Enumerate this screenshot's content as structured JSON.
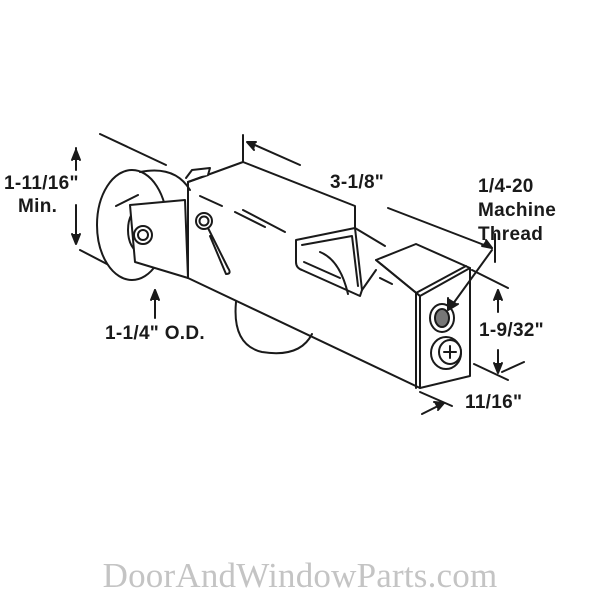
{
  "diagram": {
    "subject": "sliding door roller assembly",
    "dimensions": {
      "height_min": {
        "value": "1-11/16\"",
        "qualifier": "Min."
      },
      "wheel_od": "1-1/4\" O.D.",
      "length": "3-1/8\"",
      "thread": {
        "size": "1/4-20",
        "line2": "Machine",
        "line3": "Thread"
      },
      "end_height": "1-9/32\"",
      "end_width": "11/16\""
    },
    "colors": {
      "line": "#1a1a1a",
      "text": "#1a1a1a",
      "watermark": "#c4c4c4",
      "background": "#ffffff"
    }
  },
  "watermark": {
    "text": "DoorAndWindowParts.com"
  }
}
